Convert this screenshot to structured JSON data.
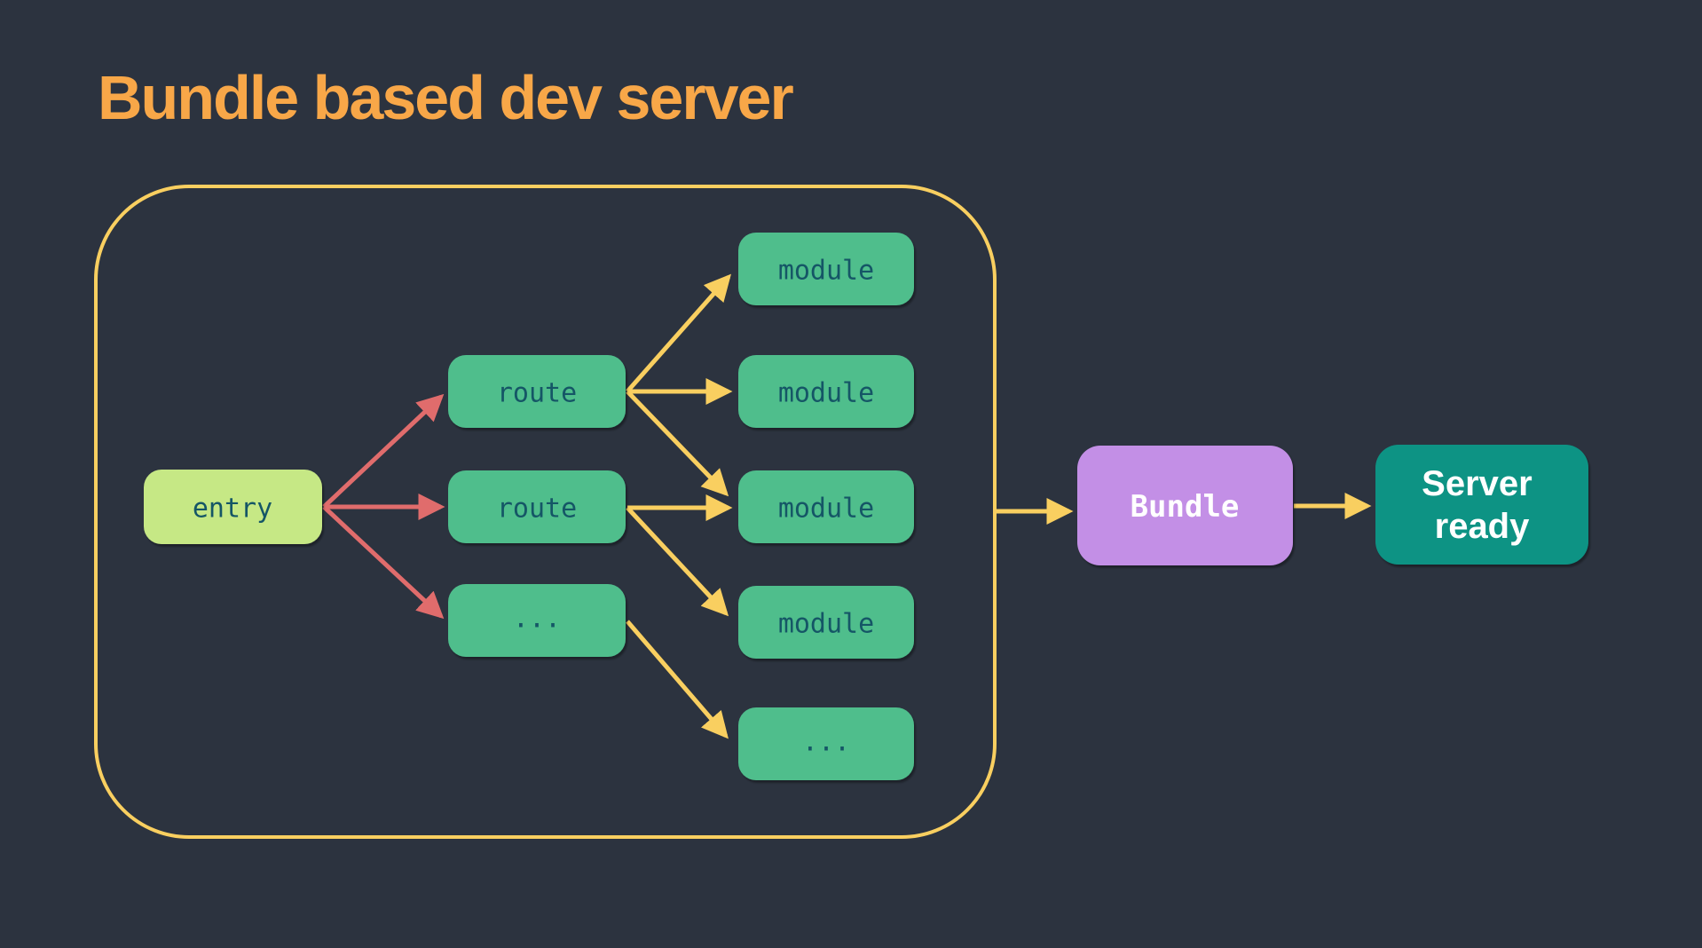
{
  "title": "Bundle based dev server",
  "colors": {
    "background": "#2c333f",
    "title_text": "#f8a748",
    "frame_border": "#f9cf60",
    "arrow_yellow": "#f9cf60",
    "arrow_red": "#e06c6c",
    "entry_fill": "#c6e885",
    "node_fill": "#4fbe8c",
    "node_text": "#155666",
    "bundle_fill": "#c38fe6",
    "server_fill": "#0b9384",
    "light_text": "#ffffff"
  },
  "nodes": {
    "entry": "entry",
    "route_1": "route",
    "route_2": "route",
    "route_3": "...",
    "module_1": "module",
    "module_2": "module",
    "module_3": "module",
    "module_4": "module",
    "module_5": "...",
    "bundle": "Bundle",
    "server_line_1": "Server",
    "server_line_2": "ready"
  }
}
